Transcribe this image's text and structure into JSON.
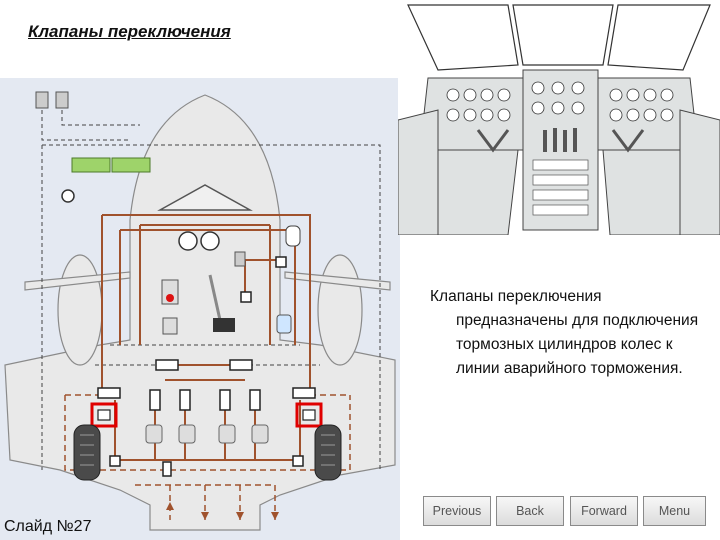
{
  "slide": {
    "title": "Клапаны  переключения",
    "description": "Клапаны переключения предназначены для подключения тормозных цилиндров колес к линии аварийного торможения.",
    "slide_number": "Слайд №27"
  },
  "navigation": {
    "previous": "Previous",
    "back": "Back",
    "forward": "Forward",
    "menu": "Menu"
  },
  "colors": {
    "hydraulic_line": "#a0522d",
    "highlight_valve": "#e00000",
    "aircraft_fill": "#e8e8e8",
    "indicator_green": "#9ed36a"
  }
}
